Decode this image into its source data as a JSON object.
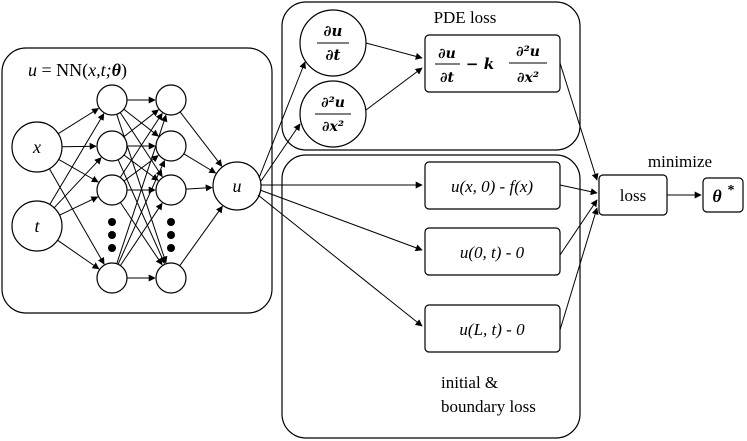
{
  "network": {
    "title_prefix": "u",
    "title_eq": " = NN(",
    "title_args": "x,t;",
    "theta": "θ",
    "title_close": ")",
    "inputs": [
      "x",
      "t"
    ],
    "output": "u",
    "ellipsis": "⋮"
  },
  "pde_panel": {
    "title": "PDE loss",
    "du": "∂u",
    "dt": "∂t",
    "d2u": "∂²u",
    "dx2": "∂x²",
    "minus_k": "− k"
  },
  "ib_panel": {
    "title_line1": "initial &",
    "title_line2": "boundary loss",
    "box1": "u(x, 0) - f(x)",
    "box2": "u(0, t) - 0",
    "box3": "u(L, t) - 0"
  },
  "loss": {
    "label": "loss",
    "minimize": "minimize",
    "theta": "θ",
    "star": "*"
  }
}
